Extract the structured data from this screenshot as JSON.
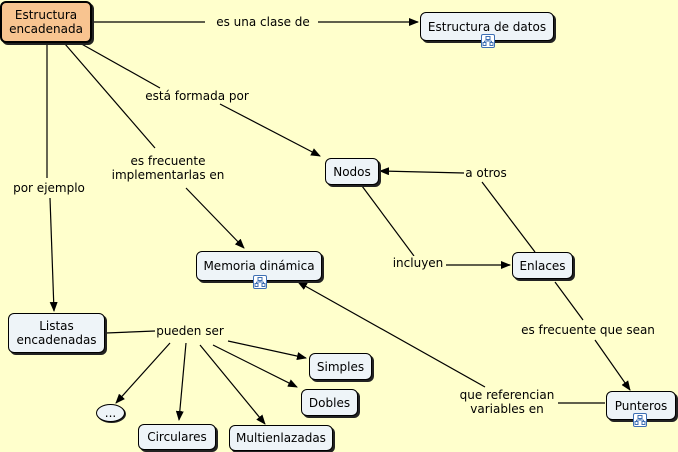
{
  "nodes": {
    "estructura_encadenada": "Estructura\nencadenada",
    "estructura_de_datos": "Estructura de datos",
    "nodos": "Nodos",
    "enlaces": "Enlaces",
    "memoria_dinamica": "Memoria dinámica",
    "listas_encadenadas": "Listas\nencadenadas",
    "simples": "Simples",
    "dobles": "Dobles",
    "circulares": "Circulares",
    "multienlazadas": "Multienlazadas",
    "ellipsis": "...",
    "punteros": "Punteros"
  },
  "links": {
    "es_una_clase_de": "es una clase de",
    "esta_formada_por": "está formada por",
    "es_frecuente_implementarlas_en": "es frecuente\nimplementarlas en",
    "por_ejemplo": "por ejemplo",
    "a_otros": "a otros",
    "incluyen": "incluyen",
    "pueden_ser": "pueden ser",
    "es_frecuente_que_sean": "es frecuente que sean",
    "que_referencian_variables_en": "que referencian\nvariables en"
  },
  "icons": {
    "submap": "submap-icon"
  },
  "colors": {
    "background": "#ffffcc",
    "concept_fill": "#eef4f8",
    "root_fill": "#f8c490",
    "icon_border": "#3d6fb3"
  }
}
